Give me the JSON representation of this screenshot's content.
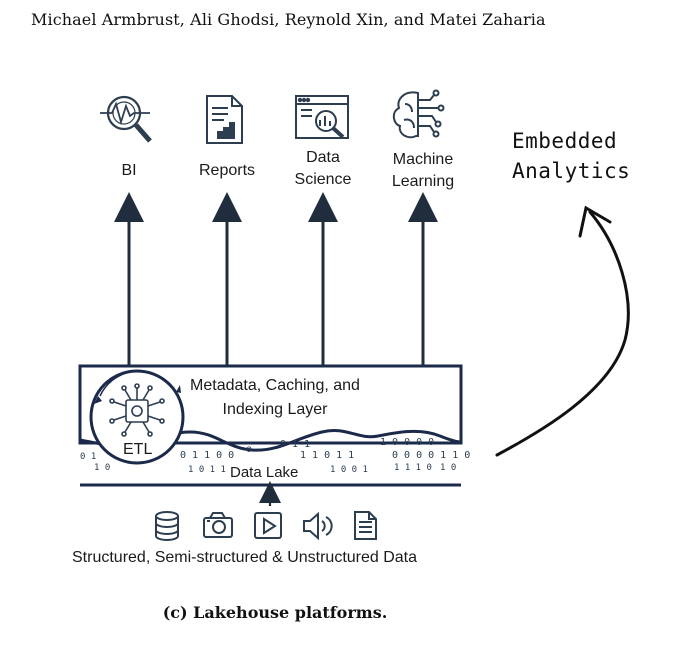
{
  "header": {
    "authors": "Michael Armbrust, Ali Ghodsi, Reynold Xin, and Matei Zaharia"
  },
  "diagram": {
    "consumers": [
      {
        "label": "BI",
        "icon": "bi-magnifier-icon"
      },
      {
        "label": "Reports",
        "icon": "report-document-icon"
      },
      {
        "label": "Data\nScience",
        "icon": "data-science-window-icon"
      },
      {
        "label": "Machine\nLearning",
        "icon": "brain-circuit-icon"
      }
    ],
    "metadata_layer": "Metadata, Caching, and\nIndexing Layer",
    "etl": "ETL",
    "data_lake": "Data Lake",
    "source_icons": [
      "database-icon",
      "camera-icon",
      "video-play-icon",
      "audio-speaker-icon",
      "text-file-icon"
    ],
    "sources_label": "Structured, Semi-structured & Unstructured Data",
    "annotation": "Embedded\nAnalytics",
    "colors": {
      "dark": "#1f2d3d",
      "navy": "#1b2a4a"
    }
  },
  "caption": "(c) Lakehouse platforms."
}
